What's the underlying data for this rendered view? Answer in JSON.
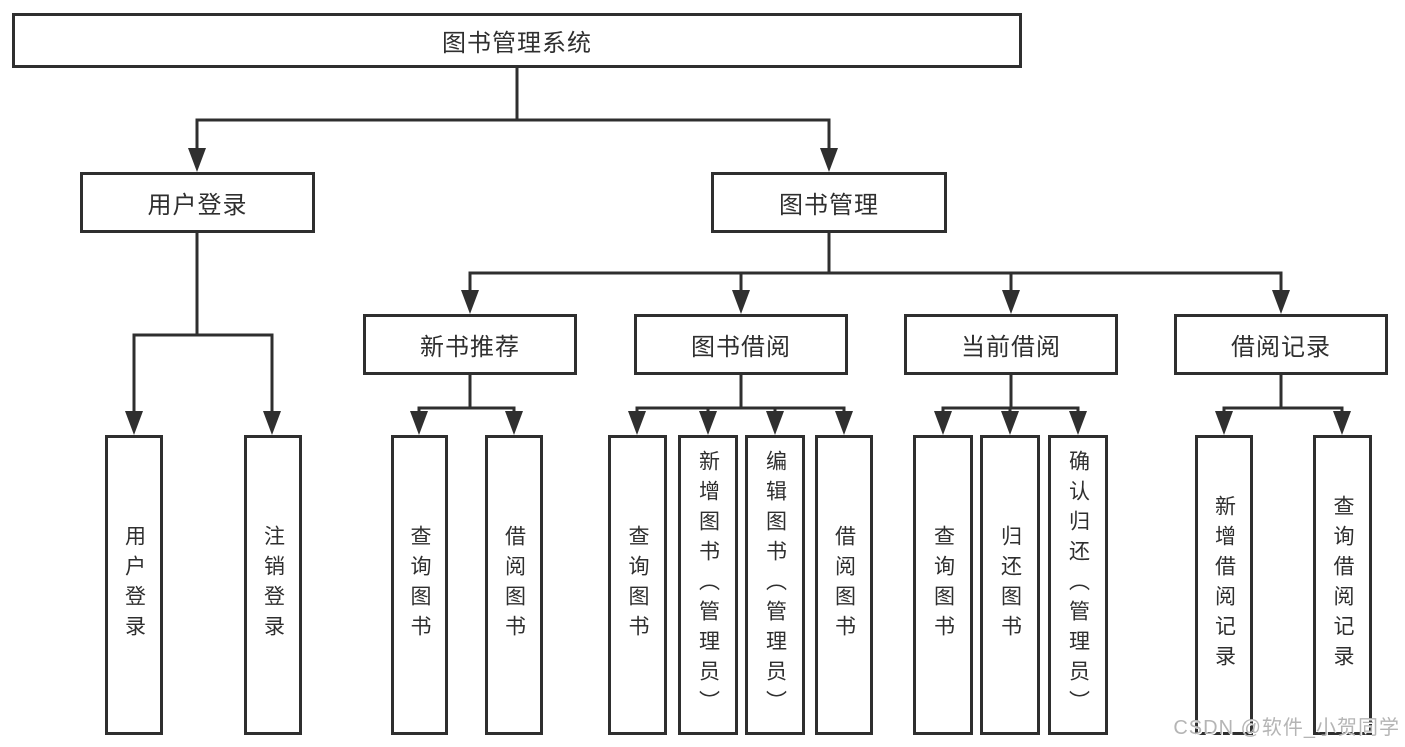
{
  "tree": {
    "label": "图书管理系统",
    "children": [
      {
        "label": "用户登录",
        "children": [
          {
            "label": "用户登录"
          },
          {
            "label": "注销登录"
          }
        ]
      },
      {
        "label": "图书管理",
        "children": [
          {
            "label": "新书推荐",
            "children": [
              {
                "label": "查询图书"
              },
              {
                "label": "借阅图书"
              }
            ]
          },
          {
            "label": "图书借阅",
            "children": [
              {
                "label": "查询图书"
              },
              {
                "label": "新增图书（管理员）"
              },
              {
                "label": "编辑图书（管理员）"
              },
              {
                "label": "借阅图书"
              }
            ]
          },
          {
            "label": "当前借阅",
            "children": [
              {
                "label": "查询图书"
              },
              {
                "label": "归还图书"
              },
              {
                "label": "确认归还（管理员）"
              }
            ]
          },
          {
            "label": "借阅记录",
            "children": [
              {
                "label": "新增借阅记录"
              },
              {
                "label": "查询借阅记录"
              }
            ]
          }
        ]
      }
    ]
  },
  "watermark": {
    "text": "CSDN @软件_小贺同学"
  },
  "colors": {
    "line": "#2f2f2f",
    "text": "#2f2f2f",
    "box_background": "#ffffff",
    "page_background": "#ffffff",
    "watermark": "#b5b5b5"
  }
}
